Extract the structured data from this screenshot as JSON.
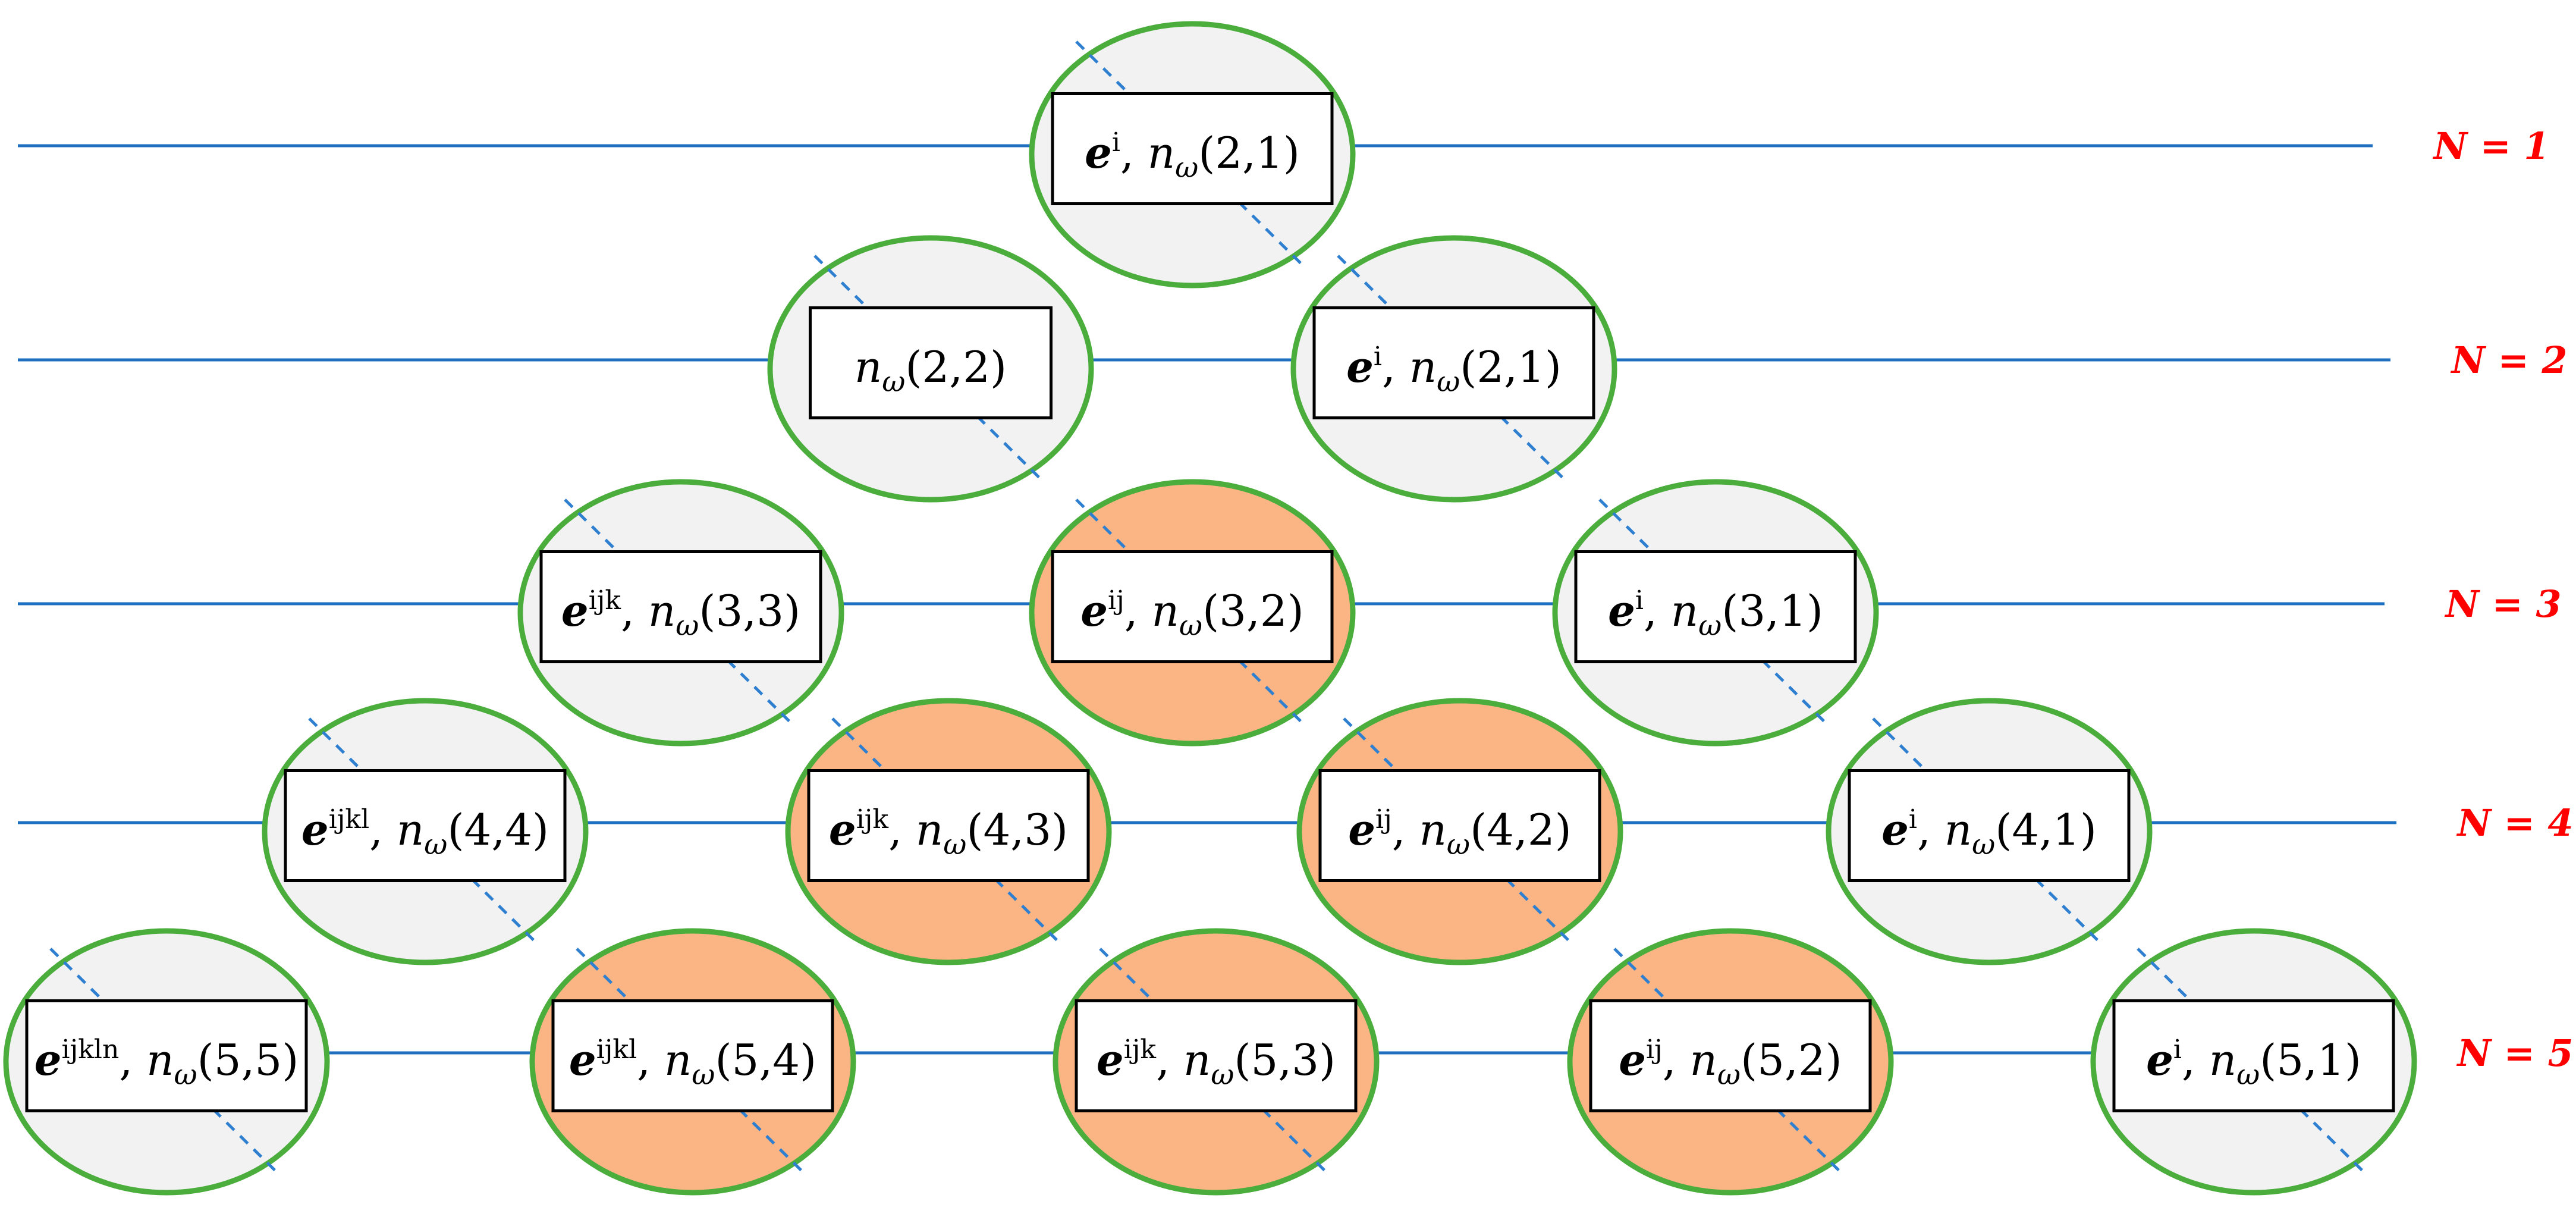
{
  "colors": {
    "row_line": "#1f6fc1",
    "dashed_line": "#2f7fd0",
    "ellipse_stroke": "#4aad3c",
    "ellipse_fill_grey": "#f2f2f2",
    "ellipse_fill_orange": "#fbb585",
    "label_color": "#ff0000"
  },
  "rows": [
    {
      "label": "N = 1",
      "nodes": [
        {
          "sup": "i",
          "args": "(2,1)",
          "fill": "grey"
        }
      ]
    },
    {
      "label": "N = 2",
      "nodes": [
        {
          "sup": "",
          "args": "(2,2)",
          "fill": "grey"
        },
        {
          "sup": "i",
          "args": "(2,1)",
          "fill": "grey"
        }
      ]
    },
    {
      "label": "N = 3",
      "nodes": [
        {
          "sup": "ijk",
          "args": "(3,3)",
          "fill": "grey"
        },
        {
          "sup": "ij",
          "args": "(3,2)",
          "fill": "orange"
        },
        {
          "sup": "i",
          "args": "(3,1)",
          "fill": "grey"
        }
      ]
    },
    {
      "label": "N = 4",
      "nodes": [
        {
          "sup": "ijkl",
          "args": "(4,4)",
          "fill": "grey"
        },
        {
          "sup": "ijk",
          "args": "(4,3)",
          "fill": "orange"
        },
        {
          "sup": "ij",
          "args": "(4,2)",
          "fill": "orange"
        },
        {
          "sup": "i",
          "args": "(4,1)",
          "fill": "grey"
        }
      ]
    },
    {
      "label": "N = 5",
      "nodes": [
        {
          "sup": "ijkln",
          "args": "(5,5)",
          "fill": "grey"
        },
        {
          "sup": "ijkl",
          "args": "(5,4)",
          "fill": "orange"
        },
        {
          "sup": "ijk",
          "args": "(5,3)",
          "fill": "orange"
        },
        {
          "sup": "ij",
          "args": "(5,2)",
          "fill": "orange"
        },
        {
          "sup": "i",
          "args": "(5,1)",
          "fill": "grey"
        }
      ]
    }
  ]
}
